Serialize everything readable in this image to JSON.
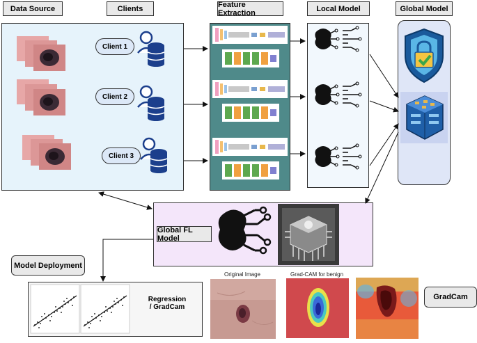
{
  "headers": {
    "data_source": "Data Source",
    "clients": "Clients",
    "feature_extraction": "Feature Extraction",
    "local_model": "Local Model",
    "global_model": "Global Model"
  },
  "clients": [
    "Client 1",
    "Client 2",
    "Client 3"
  ],
  "global_fl_model": "Global FL Model",
  "model_deployment": "Model Deployment",
  "regression_line1": "Regression",
  "regression_line2": "/ GradCam",
  "captions": {
    "original": "Original Image",
    "gradcam": "Grad-CAM for benign"
  },
  "gradcam_label": "GradCam",
  "colors": {
    "data_panel": "#e6f3fb",
    "feature_panel": "#4f8a8a",
    "local_panel": "#f2f8fd",
    "global_panel": "#dfe6f7",
    "fl_panel": "#f4e6fa",
    "deploy_panel": "#f6f6f6",
    "db_blue": "#1c3f8c",
    "skin": "#e7a7a7"
  }
}
